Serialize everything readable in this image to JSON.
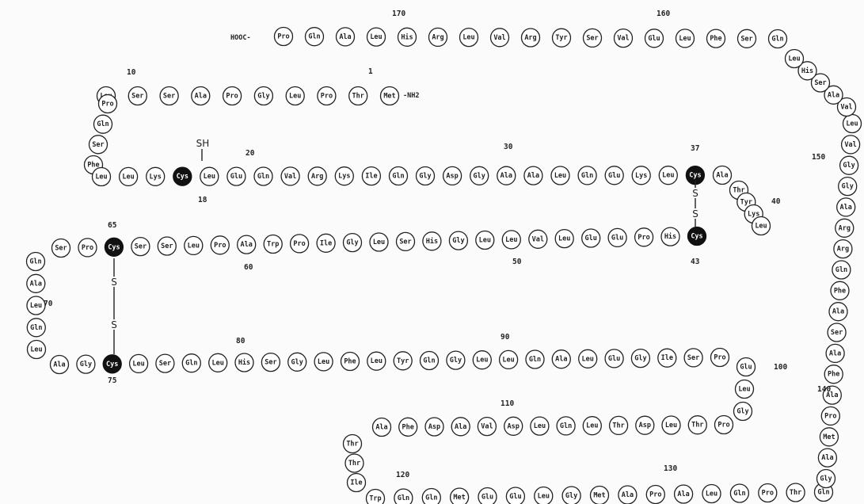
{
  "n_terminus": "-NH2",
  "c_terminus": "HOOC-",
  "sulfhydryl": "SH",
  "bond_atom": "S",
  "dark_color": "#111111",
  "segments": [
    {
      "id": "s1",
      "residues": [
        "Met",
        "Thr",
        "Pro",
        "Leu",
        "Gly",
        "Pro",
        "Ala",
        "Ser",
        "Ser",
        "Leu"
      ]
    },
    {
      "id": "s2",
      "residues": [
        "Pro",
        "Gln",
        "Ser",
        "Phe"
      ]
    },
    {
      "id": "s3",
      "residues": [
        "Leu",
        "Leu",
        "Lys",
        "Cys",
        "Leu",
        "Glu",
        "Gln",
        "Val",
        "Arg",
        "Lys",
        "Ile",
        "Gln",
        "Gly",
        "Asp",
        "Gly",
        "Ala",
        "Ala",
        "Leu",
        "Gln",
        "Glu",
        "Lys",
        "Leu",
        "Cys",
        "Ala"
      ]
    },
    {
      "id": "s4",
      "residues": [
        "Thr",
        "Tyr",
        "Lys",
        "Leu"
      ]
    },
    {
      "id": "s5",
      "residues": [
        "Cys",
        "His",
        "Pro",
        "Glu",
        "Glu",
        "Leu",
        "Val",
        "Leu",
        "Leu",
        "Gly",
        "His",
        "Ser",
        "Leu",
        "Gly",
        "Ile",
        "Pro",
        "Trp",
        "Ala",
        "Pro",
        "Leu",
        "Ser",
        "Ser",
        "Cys",
        "Pro",
        "Ser"
      ]
    },
    {
      "id": "s6",
      "residues": [
        "Gln",
        "Ala",
        "Leu",
        "Gln",
        "Leu"
      ]
    },
    {
      "id": "s7",
      "residues": [
        "Ala",
        "Gly",
        "Cys",
        "Leu",
        "Ser",
        "Gln",
        "Leu",
        "His",
        "Ser",
        "Gly",
        "Leu",
        "Phe",
        "Leu",
        "Tyr",
        "Gln",
        "Gly",
        "Leu",
        "Leu",
        "Gln",
        "Ala",
        "Leu",
        "Glu",
        "Gly",
        "Ile",
        "Ser",
        "Pro"
      ]
    },
    {
      "id": "s8",
      "residues": [
        "Glu",
        "Leu",
        "Gly"
      ]
    },
    {
      "id": "s9",
      "residues": [
        "Pro",
        "Thr",
        "Leu",
        "Asp",
        "Thr",
        "Leu",
        "Gln",
        "Leu",
        "Asp",
        "Val",
        "Ala",
        "Asp",
        "Phe",
        "Ala"
      ]
    },
    {
      "id": "s10",
      "residues": [
        "Thr",
        "Thr",
        "Ile"
      ]
    },
    {
      "id": "s11",
      "residues": [
        "Trp",
        "Gln",
        "Gln",
        "Met",
        "Glu",
        "Glu",
        "Leu",
        "Gly",
        "Met",
        "Ala",
        "Pro",
        "Ala",
        "Leu",
        "Gln",
        "Pro",
        "Thr",
        "Gln"
      ]
    },
    {
      "id": "s12",
      "residues": [
        "Gly",
        "Ala",
        "Met",
        "Pro",
        "Ala",
        "Phe",
        "Ala",
        "Ser",
        "Ala",
        "Phe",
        "Gln",
        "Arg",
        "Arg",
        "Ala",
        "Gly",
        "Gly",
        "Val",
        "Leu"
      ]
    },
    {
      "id": "s13",
      "residues": [
        "Val",
        "Ala",
        "Ser",
        "His",
        "Leu"
      ]
    },
    {
      "id": "s14",
      "residues": [
        "Gln",
        "Ser",
        "Phe",
        "Leu",
        "Glu",
        "Val",
        "Ser",
        "Tyr",
        "Arg",
        "Val",
        "Leu",
        "Arg",
        "His",
        "Leu",
        "Ala",
        "Gln",
        "Pro"
      ]
    }
  ],
  "dark_residues": [
    18,
    37,
    43,
    65,
    75
  ],
  "position_labels": [
    {
      "n": 1,
      "text": "1"
    },
    {
      "n": 10,
      "text": "10"
    },
    {
      "n": 18,
      "text": "18"
    },
    {
      "n": 20,
      "text": "20"
    },
    {
      "n": 30,
      "text": "30"
    },
    {
      "n": 37,
      "text": "37"
    },
    {
      "n": 40,
      "text": "40"
    },
    {
      "n": 43,
      "text": "43"
    },
    {
      "n": 50,
      "text": "50"
    },
    {
      "n": 60,
      "text": "60"
    },
    {
      "n": 65,
      "text": "65"
    },
    {
      "n": 70,
      "text": "70"
    },
    {
      "n": 75,
      "text": "75"
    },
    {
      "n": 80,
      "text": "80"
    },
    {
      "n": 90,
      "text": "90"
    },
    {
      "n": 100,
      "text": "100"
    },
    {
      "n": 110,
      "text": "110"
    },
    {
      "n": 120,
      "text": "120"
    },
    {
      "n": 130,
      "text": "130"
    },
    {
      "n": 140,
      "text": "140"
    },
    {
      "n": 150,
      "text": "150"
    },
    {
      "n": 160,
      "text": "160"
    },
    {
      "n": 170,
      "text": "170"
    }
  ]
}
